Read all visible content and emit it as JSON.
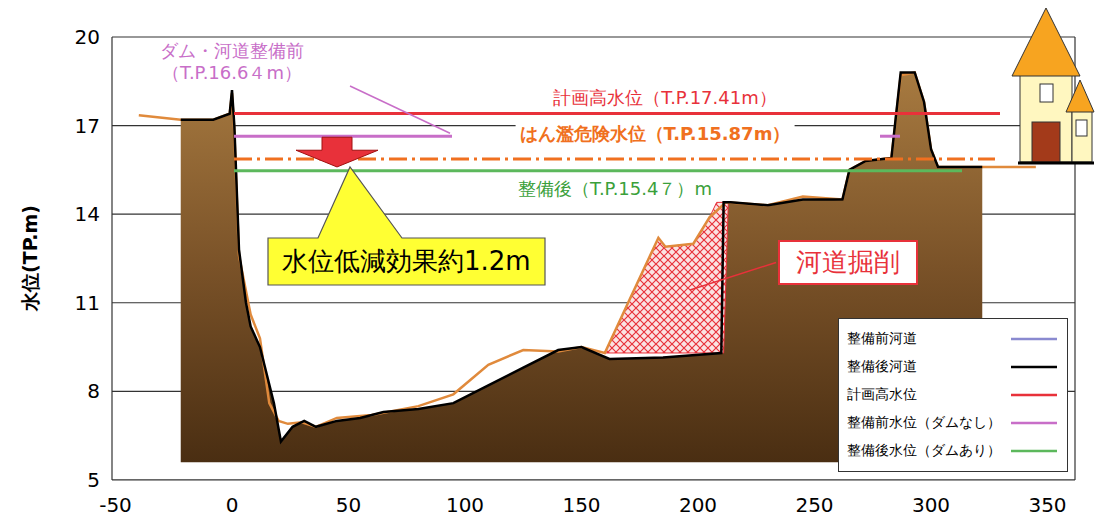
{
  "diagram": {
    "nodes": [
      {
        "text": [
          "水位低減効果約1.2m"
        ]
      },
      {
        "text": [
          "河道掘削"
        ]
      }
    ],
    "labels": [
      "ダム・河道整備前 （T.P.16.6４m）",
      "計画高水位（T.P.17.41m）",
      "はん濫危険水位（T.P.15.87m）",
      "整備後（T.P.15.4７）m",
      "水位(TP.m)",
      "20",
      "17",
      "14",
      "11",
      "8",
      "5",
      "-50",
      "0",
      "50",
      "100",
      "150",
      "200",
      "250",
      "300",
      "350"
    ],
    "legend": [
      {
        "text": "整備前河道"
      },
      {
        "text": "整備後河道"
      },
      {
        "text": "計画高水位"
      },
      {
        "text": "整備前水位（ダムなし）"
      },
      {
        "text": "整備後水位（ダムあり）"
      }
    ]
  }
}
